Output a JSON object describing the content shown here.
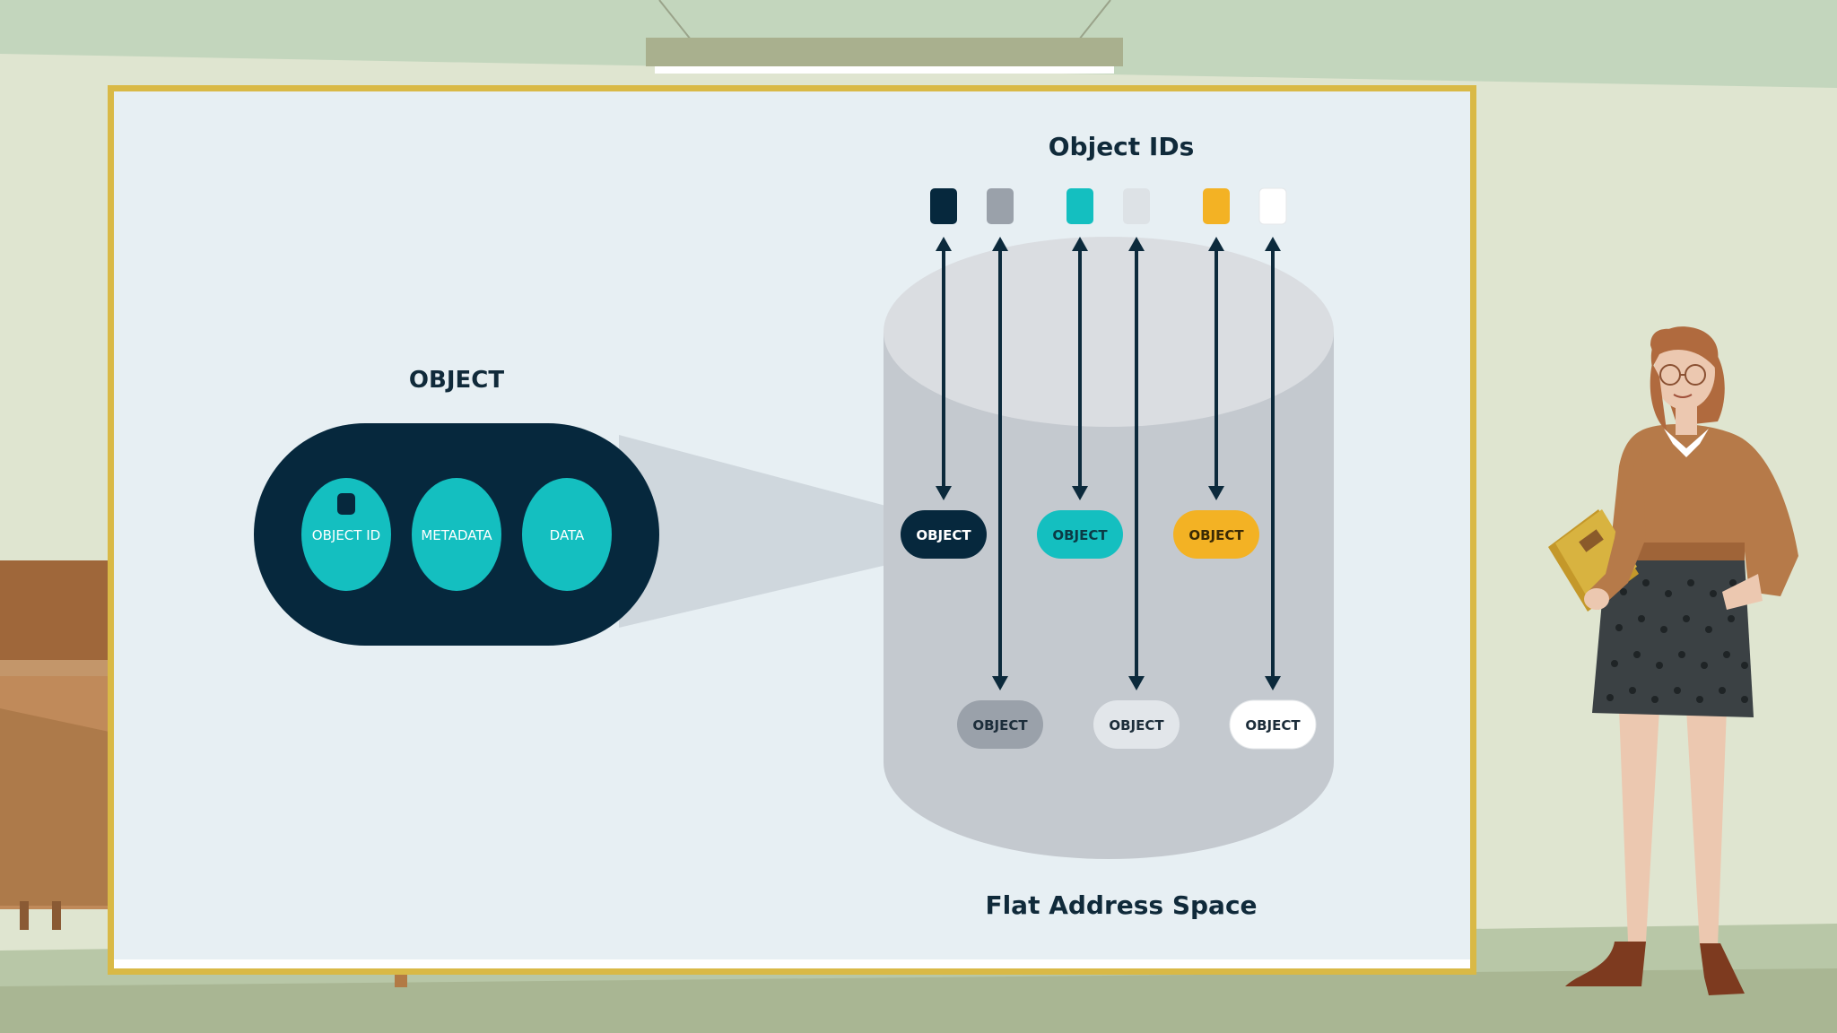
{
  "diagram": {
    "object_heading": "OBJECT",
    "object_parts": [
      "OBJECT ID",
      "METADATA",
      "DATA"
    ],
    "ids_heading": "Object IDs",
    "storage_label": "Flat Address Space",
    "object_ids": [
      {
        "color": "#06283d",
        "row": "upper"
      },
      {
        "color": "#9aa1aa",
        "row": "lower"
      },
      {
        "color": "#14bfc0",
        "row": "upper"
      },
      {
        "color": "#dde2e6",
        "row": "lower"
      },
      {
        "color": "#f3b224",
        "row": "upper"
      },
      {
        "color": "#ffffff",
        "row": "lower"
      }
    ],
    "objects": [
      {
        "label": "OBJECT",
        "fill": "#06283d",
        "text_color": "#ffffff"
      },
      {
        "label": "OBJECT",
        "fill": "#9aa1aa",
        "text_color": "#1c2d3a"
      },
      {
        "label": "OBJECT",
        "fill": "#14bfc0",
        "text_color": "#0b3a45"
      },
      {
        "label": "OBJECT",
        "fill": "#e2e6ea",
        "text_color": "#1c2d3a"
      },
      {
        "label": "OBJECT",
        "fill": "#f3b224",
        "text_color": "#3a2a05"
      },
      {
        "label": "OBJECT",
        "fill": "#ffffff",
        "text_color": "#1c2d3a"
      }
    ]
  },
  "colors": {
    "board_bg": "#e7eff3",
    "board_frame": "#d9b946",
    "dark_navy": "#06283d",
    "teal": "#14bfc0",
    "cylinder_body": "#c4c9cf",
    "cylinder_top": "#dadde1",
    "arrow": "#0c2a3c"
  },
  "icons": {
    "presenter": "woman-presenter-illustration",
    "folder": "book-icon"
  }
}
